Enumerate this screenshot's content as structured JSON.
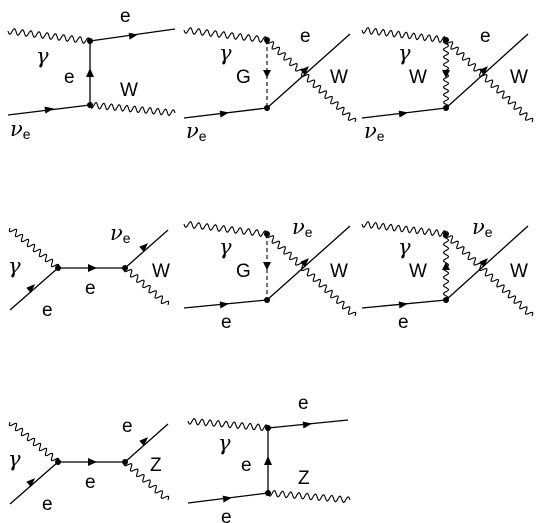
{
  "rows": [
    {
      "diagrams": [
        {
          "labels": {
            "photon": "γ",
            "top": "e",
            "internal": "e",
            "boson": "W",
            "nu_sym": "ν",
            "nu_sub": "e"
          }
        },
        {
          "labels": {
            "photon": "γ",
            "internal": "G",
            "top": "e",
            "boson": "W",
            "nu_sym": "ν",
            "nu_sub": "e"
          }
        },
        {
          "labels": {
            "photon": "γ",
            "internal": "W",
            "top": "e",
            "boson": "W",
            "nu_sym": "ν",
            "nu_sub": "e"
          }
        }
      ]
    },
    {
      "diagrams": [
        {
          "labels": {
            "photon": "γ",
            "in": "e",
            "internal": "e",
            "nu_sym": "ν",
            "nu_sub": "e",
            "boson": "W"
          }
        },
        {
          "labels": {
            "photon": "γ",
            "internal": "G",
            "nu_sym": "ν",
            "nu_sub": "e",
            "boson": "W",
            "in": "e"
          }
        },
        {
          "labels": {
            "photon": "γ",
            "internal": "W",
            "nu_sym": "ν",
            "nu_sub": "e",
            "boson": "W",
            "in": "e"
          }
        }
      ]
    },
    {
      "diagrams": [
        {
          "labels": {
            "photon": "γ",
            "in": "e",
            "internal": "e",
            "top": "e",
            "boson": "Z"
          }
        },
        {
          "labels": {
            "photon": "γ",
            "internal": "e",
            "top": "e",
            "boson": "Z",
            "in": "e"
          }
        }
      ]
    }
  ]
}
